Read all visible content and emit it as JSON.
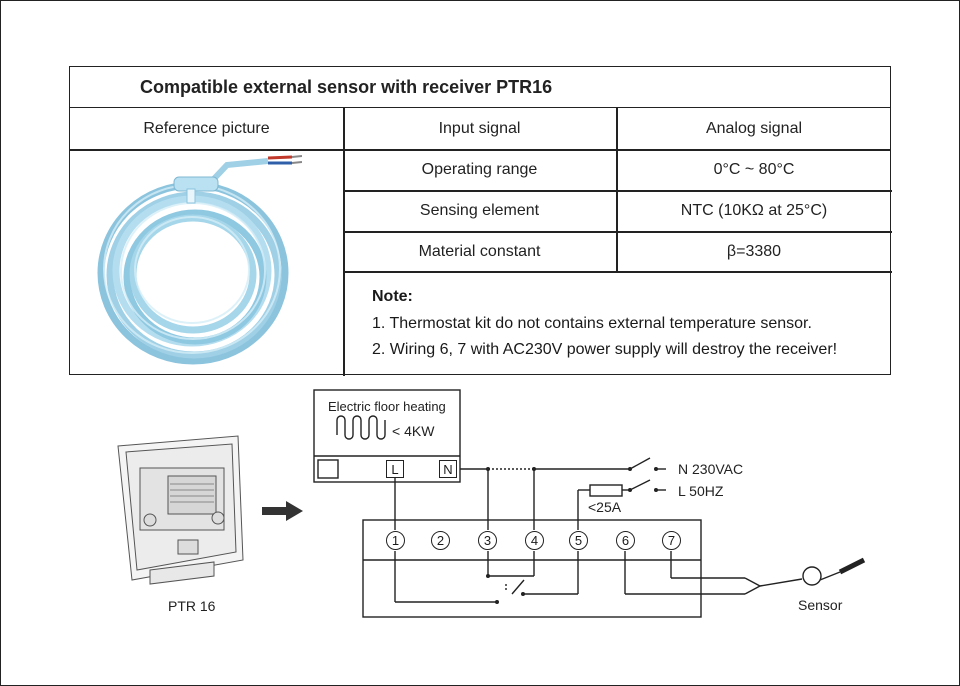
{
  "table": {
    "title": "Compatible external sensor with receiver PTR16",
    "header": [
      "Reference picture",
      "Input signal",
      "Analog signal"
    ],
    "rows": [
      {
        "label": "Operating range",
        "value": "0°C ~ 80°C"
      },
      {
        "label": "Sensing element",
        "value": "NTC (10KΩ at 25°C)"
      },
      {
        "label": "Material constant",
        "value": "β=3380"
      }
    ],
    "note": {
      "title": "Note:",
      "lines": [
        "1. Thermostat kit do not contains external temperature sensor.",
        "2. Wiring 6, 7 with AC230V power supply will destroy the receiver!"
      ]
    }
  },
  "diagram": {
    "heater_title": "Electric floor heating",
    "heater_power": "< 4KW",
    "heater_terminals": [
      "L",
      "N"
    ],
    "supply_n": "N  230VAC",
    "supply_l": "L  50HZ",
    "fuse": "<25A",
    "terminals": [
      "1",
      "2",
      "3",
      "4",
      "5",
      "6",
      "7"
    ],
    "device_label": "PTR 16",
    "sensor_label": "Sensor"
  },
  "colors": {
    "sensor_cable": "#a9d8ec",
    "lines": "#222222"
  }
}
